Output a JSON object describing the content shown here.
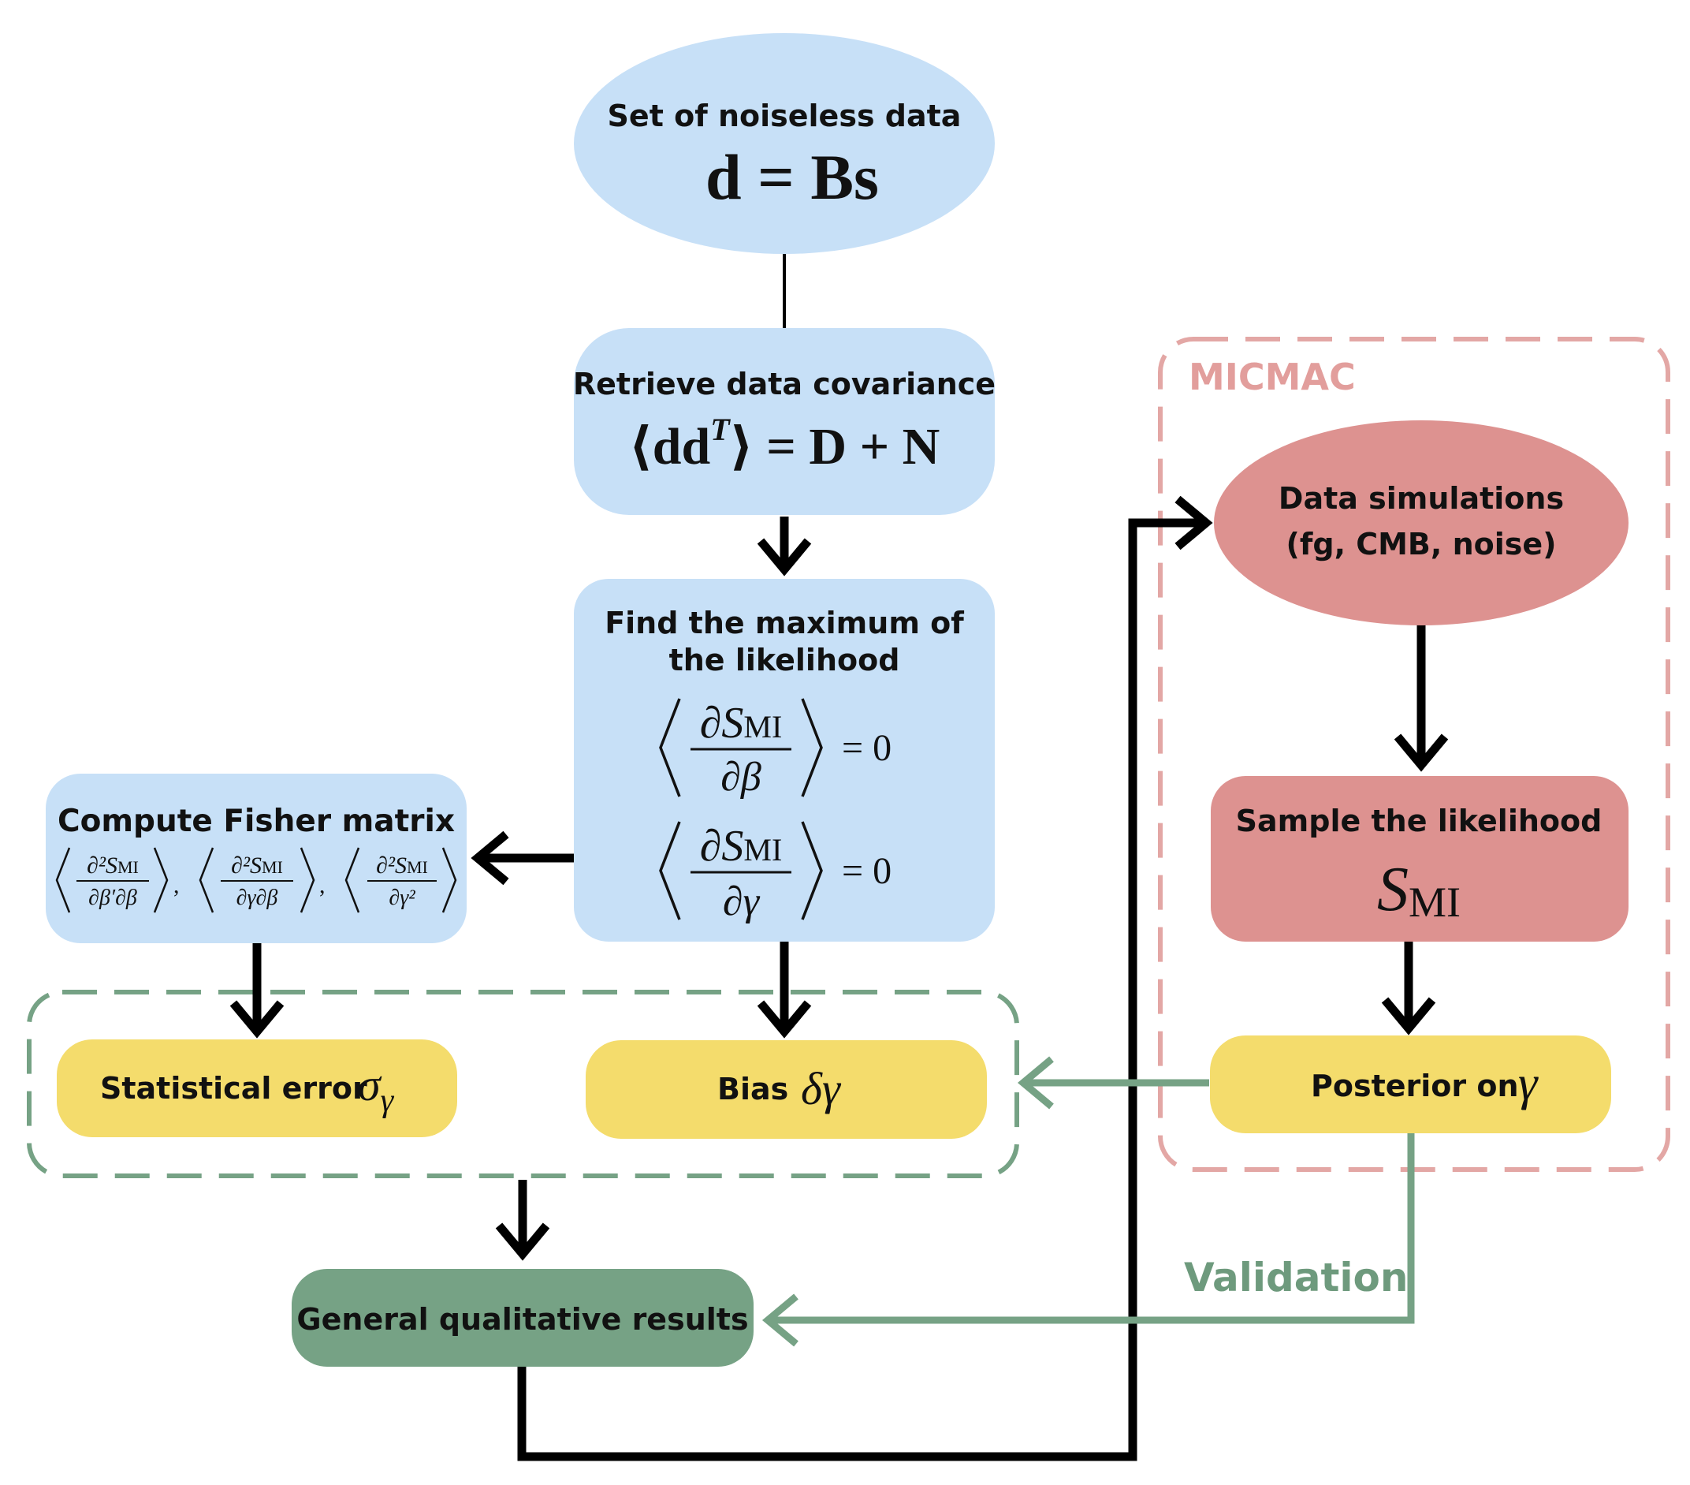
{
  "colors": {
    "blue": "#c7e0f7",
    "red": "#dd9290",
    "yellow": "#f4dc6c",
    "green": "#76a285",
    "green_text": "#6e9a7d",
    "micmac_border": "#e3a7a5",
    "micmac_text": "#e29e9c",
    "arrow": "#000000"
  },
  "nodes": {
    "noiseless": {
      "title": "Set of noiseless data",
      "equation": "d = Bs"
    },
    "covariance": {
      "title": "Retrieve data covariance",
      "equation": "⟨dd",
      "eq_sup": "T",
      "eq_rest": "⟩ = D + N"
    },
    "maximum": {
      "title_line1": "Find the maximum of",
      "title_line2": "the likelihood",
      "eq1_num": "∂S",
      "eq1_num_sub": "MI",
      "eq1_den": "∂β",
      "eq1_rhs": "= 0",
      "eq2_num": "∂S",
      "eq2_num_sub": "MI",
      "eq2_den": "∂γ",
      "eq2_rhs": "= 0"
    },
    "fisher": {
      "title": "Compute Fisher matrix",
      "terms": [
        {
          "num": "∂²S",
          "sub": "MI",
          "den": "∂β′∂β"
        },
        {
          "num": "∂²S",
          "sub": "MI",
          "den": "∂γ∂β"
        },
        {
          "num": "∂²S",
          "sub": "MI",
          "den": "∂γ²"
        }
      ]
    },
    "stat_error": {
      "label": "Statistical error",
      "symbol": "σ",
      "symbol_sub": "γ"
    },
    "bias": {
      "label": "Bias",
      "symbol": "δγ"
    },
    "general": {
      "label": "General qualitative results"
    },
    "simulations": {
      "line1": "Data simulations",
      "line2": "(fg, CMB, noise)"
    },
    "sample": {
      "title": "Sample the likelihood",
      "symbol": "S",
      "symbol_sub": "MI"
    },
    "posterior": {
      "label": "Posterior on",
      "symbol": "γ"
    }
  },
  "groups": {
    "micmac_label": "MICMAC"
  },
  "edges": {
    "validation_label": "Validation"
  }
}
